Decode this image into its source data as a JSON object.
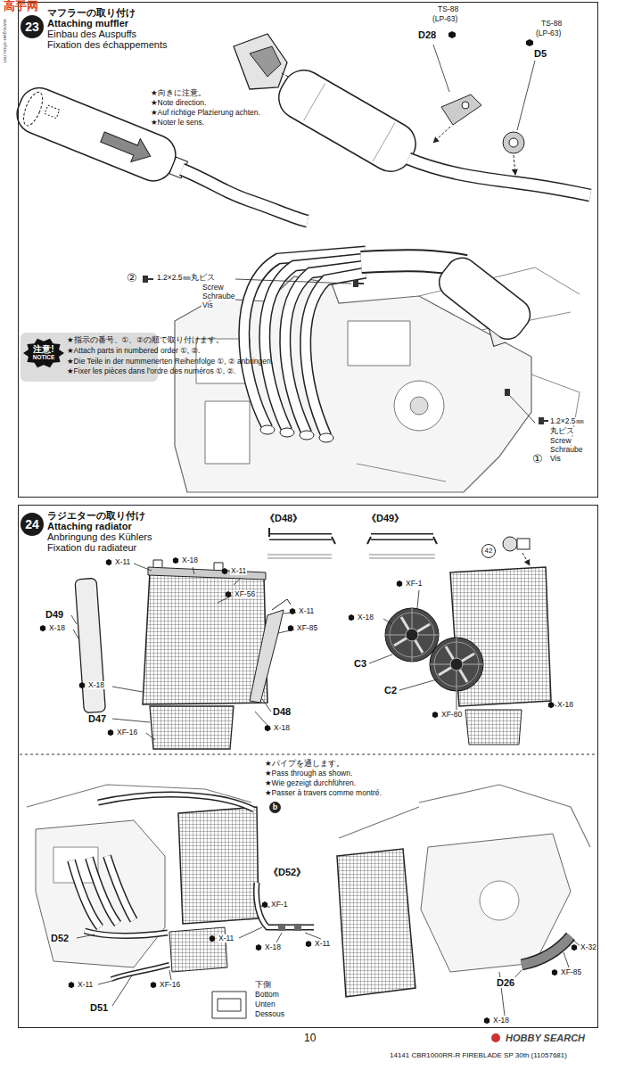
{
  "diagram": {
    "nodes": [
      {
        "text": [
          "マフラーの取り付け",
          "Attaching muffler",
          "Einbau des Auspuffs",
          "Fixation des échappements"
        ]
      },
      {
        "text": [
          "23"
        ],
        "in": 0
      },
      {
        "text": [
          "★指示の番号、①、②の順で取り付けます。",
          "★Attach parts in numbered order ①, ②.",
          "★Die Teile in der nummerierten Reihenfolge ①, ② anbringen.",
          "★Fixer les pièces dans l'ordre des numéros ①, ②."
        ],
        "in": 0
      },
      {
        "text": [
          "注意!",
          "NOTICE"
        ],
        "in": 2
      },
      {
        "text": [
          "ラジエターの取り付け",
          "Attaching radiator",
          "Anbringung des Kühlers",
          "Fixation du radiateur"
        ]
      },
      {
        "text": [
          "24"
        ],
        "in": 4
      }
    ],
    "labels": [
      "高手网",
      "www.gao-shou.net",
      "★向きに注意。",
      "★Note direction.",
      "★Auf richtige Plazierung achten.",
      "★Noter le sens.",
      "TS-88",
      "(LP-63)",
      "D28",
      "TS-88",
      "(LP-63)",
      "D5",
      "②",
      "1.2×2.5㎜丸ビス",
      "Screw",
      "Schraube",
      "Vis",
      "1.2×2.5㎜",
      "丸ビス",
      "Screw",
      "Schraube",
      "Vis",
      "①",
      "《D48》",
      "《D49》",
      "42",
      "X-11",
      "X-18",
      "X-11",
      "XF-56",
      "X-11",
      "XF-85",
      "D49",
      "X-18",
      "X-18",
      "D47",
      "XF-16",
      "D48",
      "X-18",
      "XF-1",
      "X-18",
      "C3",
      "C2",
      "XF-80",
      "X-18",
      "★パイプを通します。",
      "★Pass through as shown.",
      "★Wie gezeigt durchführen.",
      "★Passer à travers comme montré.",
      "b",
      "《D52》",
      "XF-1",
      "X-11",
      "X-18",
      "X-11",
      "D52",
      "X-11",
      "XF-16",
      "D51",
      "下側",
      "Bottom",
      "Unten",
      "Dessous",
      "X-32",
      "XF-85",
      "D26",
      "X-18",
      "10",
      "HOBBY SEARCH",
      "14141 CBR1000RR-R FIREBLADE SP 30th (11057681)"
    ]
  }
}
